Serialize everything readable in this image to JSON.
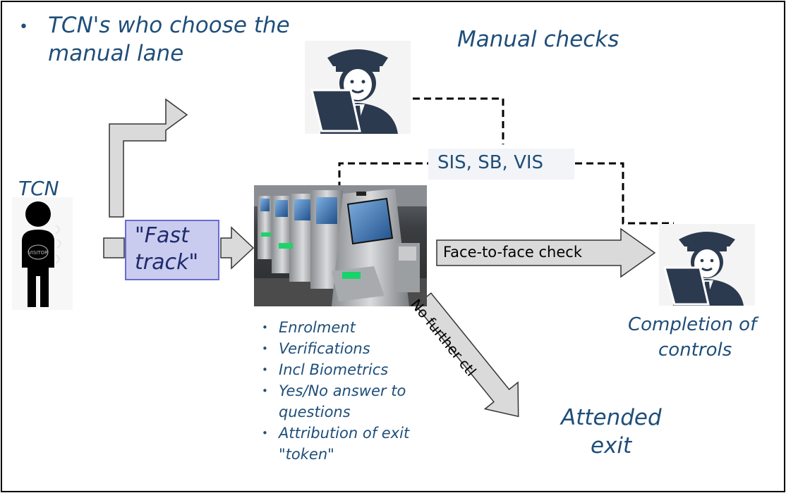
{
  "title_bullet": "•",
  "title_line1": "TCN's who choose the",
  "title_line2": "manual lane",
  "manual_checks": "Manual checks",
  "tcn_label": "TCN",
  "fast_track_line1": "\"Fast",
  "fast_track_line2": "track\"",
  "databases": "SIS, SB, VIS",
  "face_to_face": "Face-to-face check",
  "no_further": "No further ctl",
  "kiosk_steps": [
    "Enrolment",
    "Verifications",
    "Incl Biometrics",
    "Yes/No answer to questions",
    "Attribution of exit \"token\""
  ],
  "completion_line1": "Completion of",
  "completion_line2": "controls",
  "attended_line1": "Attended",
  "attended_line2": "exit",
  "traveller_badge": "VISITOR",
  "colors": {
    "text_blue": "#1F4E79",
    "officer_navy": "#2B3A4E",
    "fast_track_fill": "#C9CCEE",
    "fast_track_border": "#6B6BD0",
    "arrow_fill": "#DADADA"
  }
}
